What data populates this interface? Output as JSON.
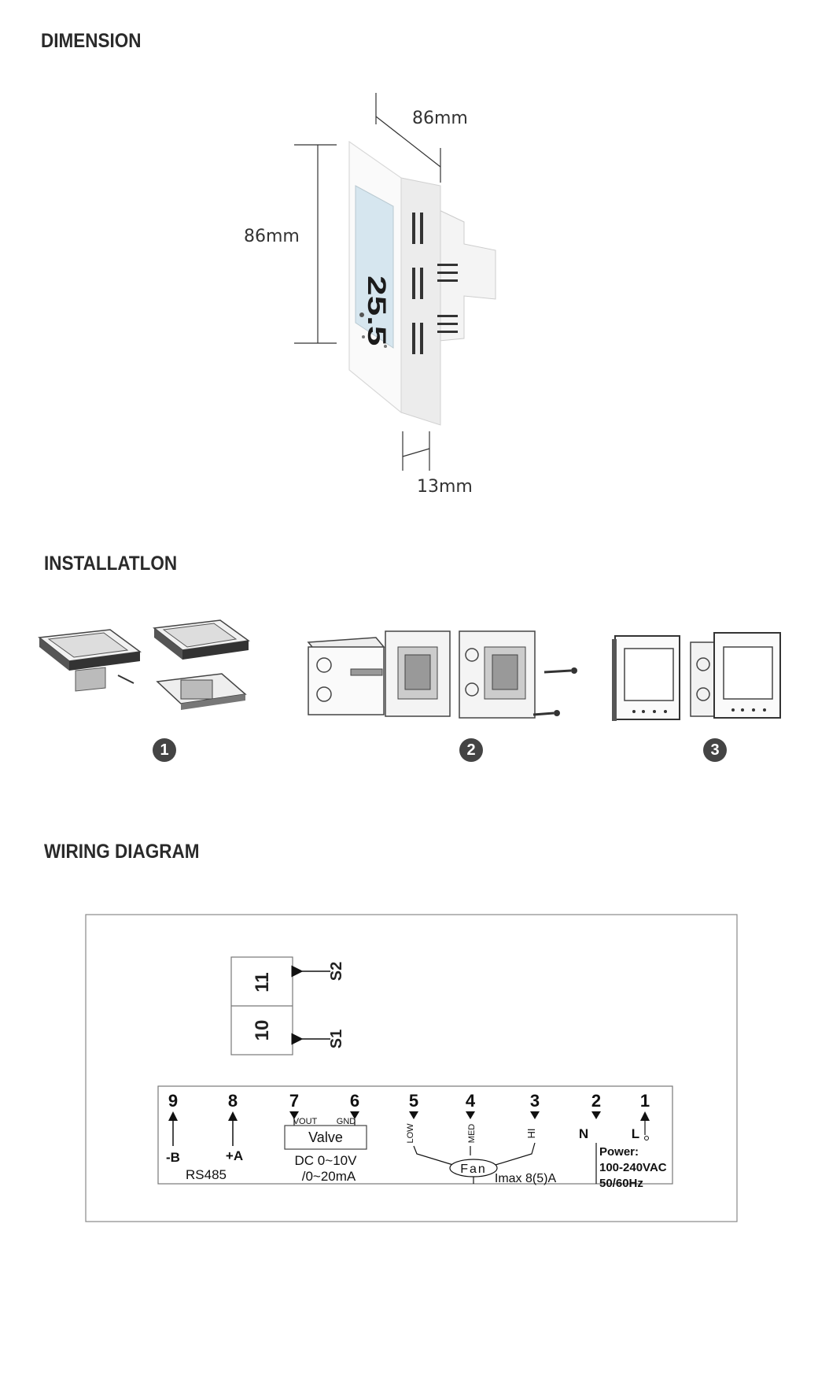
{
  "sections": {
    "dimension": {
      "title": "DIMENSION"
    },
    "installation": {
      "title": "INSTALLATLON"
    },
    "wiring": {
      "title": "WIRING DIAGRAM"
    }
  },
  "dimension": {
    "width_label": "86mm",
    "height_label": "86mm",
    "depth_label": "13mm",
    "display_reading": "25.5"
  },
  "installation": {
    "steps": [
      {
        "number": "1"
      },
      {
        "number": "2"
      },
      {
        "number": "3"
      }
    ]
  },
  "wiring": {
    "sensor": {
      "s2_label": "S2",
      "s1_label": "S1",
      "s2_terminal": "11",
      "s1_terminal": "10"
    },
    "terminals": [
      "9",
      "8",
      "7",
      "6",
      "5",
      "4",
      "3",
      "2",
      "1"
    ],
    "rs485": {
      "minus_b": "-B",
      "plus_a": "+A",
      "label": "RS485"
    },
    "valve": {
      "vout": "VOUT",
      "gnd": "GND",
      "label": "Valve",
      "signal_1": "DC 0~10V",
      "signal_2": "/0~20mA"
    },
    "fan": {
      "low": "LOW",
      "med": "MED",
      "hi": "HI",
      "label": "Fan",
      "imax": "Imax 8(5)A"
    },
    "power": {
      "n": "N",
      "l": "L",
      "label": "Power:",
      "voltage": "100-240VAC",
      "frequency": "50/60Hz"
    }
  }
}
